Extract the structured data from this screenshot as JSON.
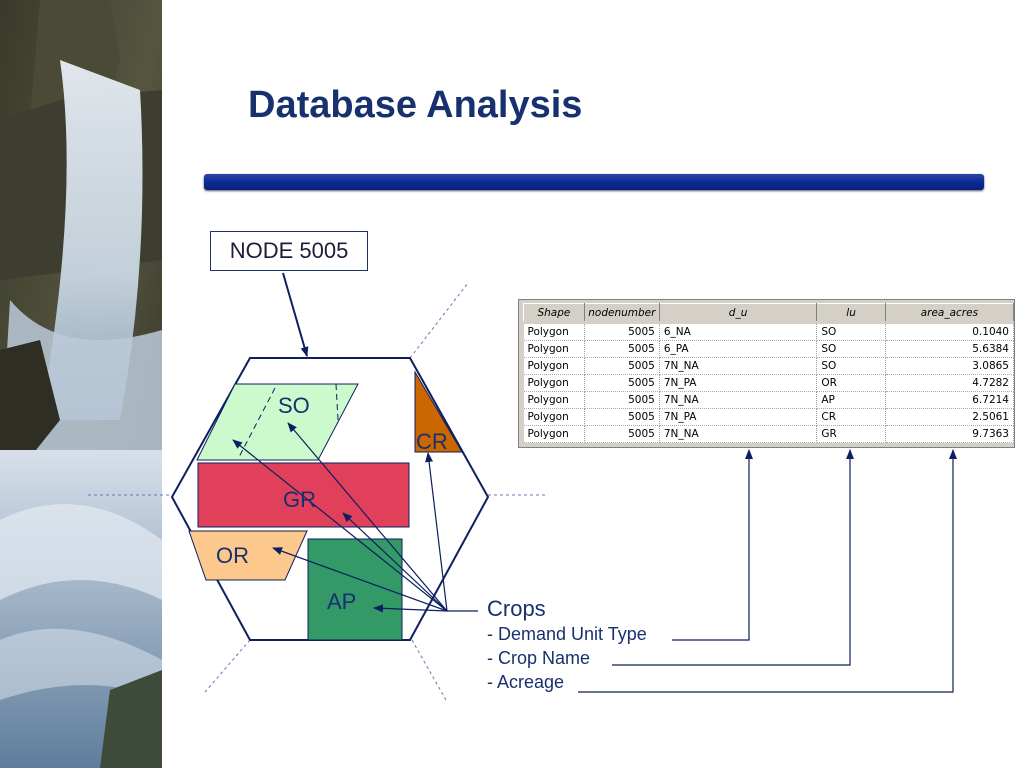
{
  "slide": {
    "title": "Database Analysis"
  },
  "node": {
    "label": "NODE 5005"
  },
  "polygons": {
    "so": "SO",
    "cr": "CR",
    "gr": "GR",
    "or": "OR",
    "ap": "AP"
  },
  "legend": {
    "heading": "Crops",
    "item_demand": "- Demand Unit Type",
    "item_crop": "- Crop Name",
    "item_acreage": "- Acreage"
  },
  "table": {
    "headers": [
      "Shape",
      "nodenumber",
      "d_u",
      "lu",
      "area_acres"
    ],
    "rows": [
      [
        "Polygon",
        "5005",
        "6_NA",
        "SO",
        "0.1040"
      ],
      [
        "Polygon",
        "5005",
        "6_PA",
        "SO",
        "5.6384"
      ],
      [
        "Polygon",
        "5005",
        "7N_NA",
        "SO",
        "3.0865"
      ],
      [
        "Polygon",
        "5005",
        "7N_PA",
        "OR",
        "4.7282"
      ],
      [
        "Polygon",
        "5005",
        "7N_NA",
        "AP",
        "6.7214"
      ],
      [
        "Polygon",
        "5005",
        "7N_PA",
        "CR",
        "2.5061"
      ],
      [
        "Polygon",
        "5005",
        "7N_NA",
        "GR",
        "9.7363"
      ]
    ]
  },
  "colors": {
    "title": "#17306e",
    "rule": "#0c2b96",
    "so_fill": "#ccfacc",
    "cr_fill": "#cc6600",
    "gr_fill": "#e0405a",
    "or_fill": "#fcc88c",
    "ap_fill": "#339966"
  }
}
